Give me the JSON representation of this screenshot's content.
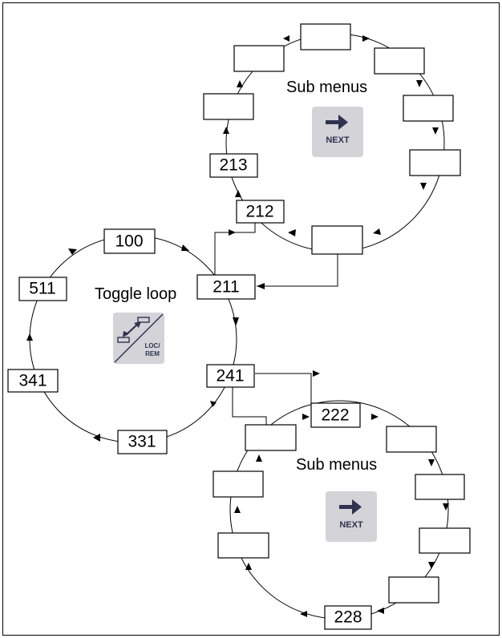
{
  "colors": {
    "line": "#000000",
    "key_background": "#d3d3d8",
    "key_glyph": "#2f3350"
  },
  "toggle_loop": {
    "title": "Toggle loop",
    "key": {
      "icon": "loc-rem-icon",
      "line1": "LOC/",
      "line2": "REM"
    },
    "boxes": [
      "100",
      "211",
      "241",
      "331",
      "341",
      "511"
    ]
  },
  "sub_menus_top": {
    "title": "Sub menus",
    "key": {
      "icon": "next-arrow-icon",
      "label": "NEXT"
    },
    "boxes": [
      "212",
      "213",
      "",
      "",
      "",
      "",
      "",
      "",
      ""
    ]
  },
  "sub_menus_bottom": {
    "title": "Sub menus",
    "key": {
      "icon": "next-arrow-icon",
      "label": "NEXT"
    },
    "boxes": [
      "222",
      "",
      "",
      "",
      "",
      "228",
      "",
      "",
      ""
    ]
  }
}
